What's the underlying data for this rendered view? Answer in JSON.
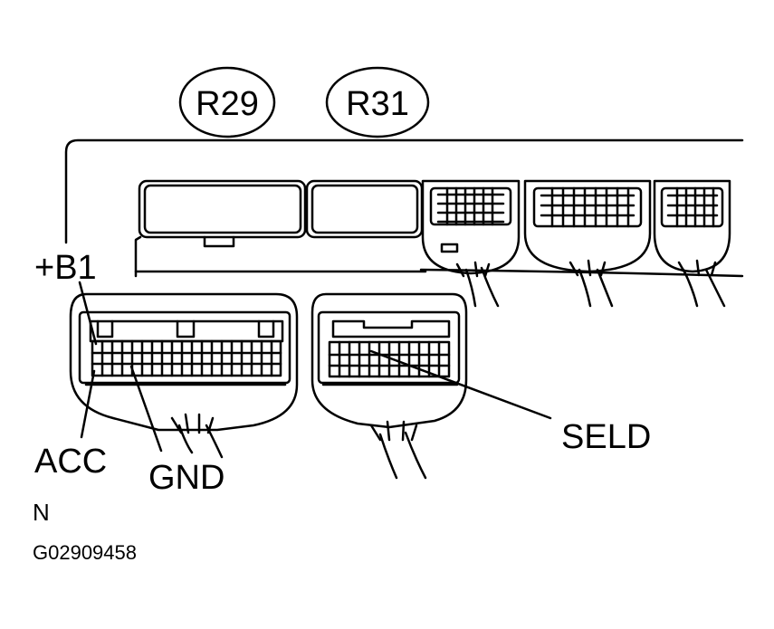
{
  "connectors": {
    "r29": "R29",
    "r31": "R31"
  },
  "terminals": {
    "b1": "+B1",
    "acc": "ACC",
    "gnd": "GND",
    "seld": "SELD"
  },
  "view_marker": "N",
  "figure_id": "G02909458"
}
